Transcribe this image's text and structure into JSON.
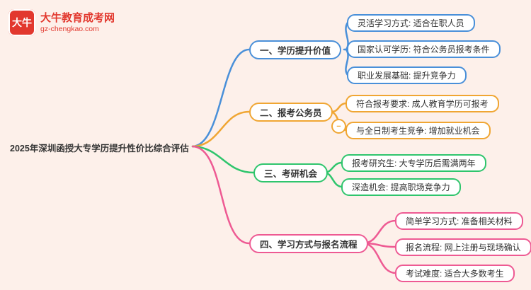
{
  "logo": {
    "seal_text": "大牛",
    "site_name": "大牛教育成考网",
    "site_url": "gz-chengkao.com"
  },
  "root": {
    "label": "2025年深圳函授大专学历提升性价比综合评估"
  },
  "collapse_button": {
    "glyph": "−"
  },
  "colors": {
    "background": "#fdf0ea",
    "blue": "#4a90d9",
    "orange": "#f0a633",
    "green": "#2fc56d",
    "pink": "#ee5a93",
    "logo_red": "#e2382e"
  },
  "branches": [
    {
      "label": "一、学历提升价值",
      "color": "#4a90d9",
      "leaves": [
        "灵活学习方式: 适合在职人员",
        "国家认可学历: 符合公务员报考条件",
        "职业发展基础: 提升竞争力"
      ]
    },
    {
      "label": "二、报考公务员",
      "color": "#f0a633",
      "leaves": [
        "符合报考要求: 成人教育学历可报考",
        "与全日制考生竞争: 增加就业机会"
      ]
    },
    {
      "label": "三、考研机会",
      "color": "#2fc56d",
      "leaves": [
        "报考研究生: 大专学历后需满两年",
        "深造机会: 提高职场竞争力"
      ]
    },
    {
      "label": "四、学习方式与报名流程",
      "color": "#ee5a93",
      "leaves": [
        "简单学习方式: 准备相关材料",
        "报名流程: 网上注册与现场确认",
        "考试难度: 适合大多数考生"
      ]
    }
  ]
}
